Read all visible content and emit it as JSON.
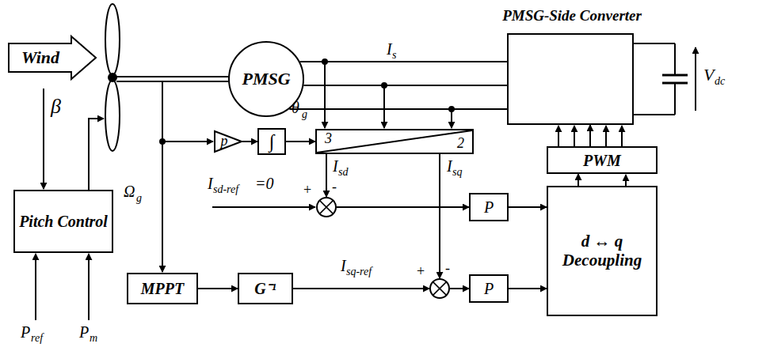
{
  "diagram": {
    "nodes": [
      {
        "text": [
          "Wind"
        ]
      },
      {
        "text": [
          "Pitch Control"
        ]
      },
      {
        "text": [
          "PMSG"
        ]
      },
      {
        "text": [
          "PMSG-Side Converter"
        ]
      },
      {
        "text": [
          "p"
        ]
      },
      {
        "text": [
          "∫"
        ]
      },
      {
        "text": [
          "3",
          "2"
        ]
      },
      {
        "text": [
          "+",
          "-"
        ]
      },
      {
        "text": [
          "+",
          "-"
        ]
      },
      {
        "text": [
          "P"
        ]
      },
      {
        "text": [
          "P"
        ]
      },
      {
        "text": [
          "PWM"
        ]
      },
      {
        "text": [
          "d ↔ q Decoupling"
        ]
      },
      {
        "text": [
          "MPPT"
        ]
      },
      {
        "text": [
          "G⁻¹"
        ]
      }
    ],
    "edges": [
      {
        "from": 2,
        "to": 3,
        "arrow": "none"
      },
      {
        "from": 2,
        "to": 3,
        "arrow": "none"
      },
      {
        "from": 2,
        "to": 3,
        "arrow": "none"
      },
      {
        "from": 4,
        "to": 5,
        "arrow": "to"
      },
      {
        "from": 5,
        "to": 6,
        "arrow": "to"
      },
      {
        "from": 6,
        "to": 7,
        "arrow": "to"
      },
      {
        "from": 6,
        "to": 8,
        "arrow": "to"
      },
      {
        "from": 7,
        "to": 9,
        "arrow": "to"
      },
      {
        "from": 8,
        "to": 10,
        "arrow": "to"
      },
      {
        "from": 9,
        "to": 12,
        "arrow": "to"
      },
      {
        "from": 10,
        "to": 12,
        "arrow": "to"
      },
      {
        "from": 12,
        "to": 11,
        "arrow": "to"
      },
      {
        "from": 11,
        "to": 3,
        "arrow": "to"
      },
      {
        "from": 13,
        "to": 14,
        "arrow": "to"
      },
      {
        "from": 14,
        "to": 8,
        "arrow": "to"
      }
    ],
    "labels": [
      "β",
      "P",
      "ref",
      "P",
      "m",
      "Ω",
      "g",
      "θ",
      "g",
      "I",
      "sd",
      "I",
      "sq",
      "I",
      "sd-ref",
      "=0",
      "I",
      "sq-ref",
      "I",
      "s",
      "V",
      "dc"
    ]
  }
}
